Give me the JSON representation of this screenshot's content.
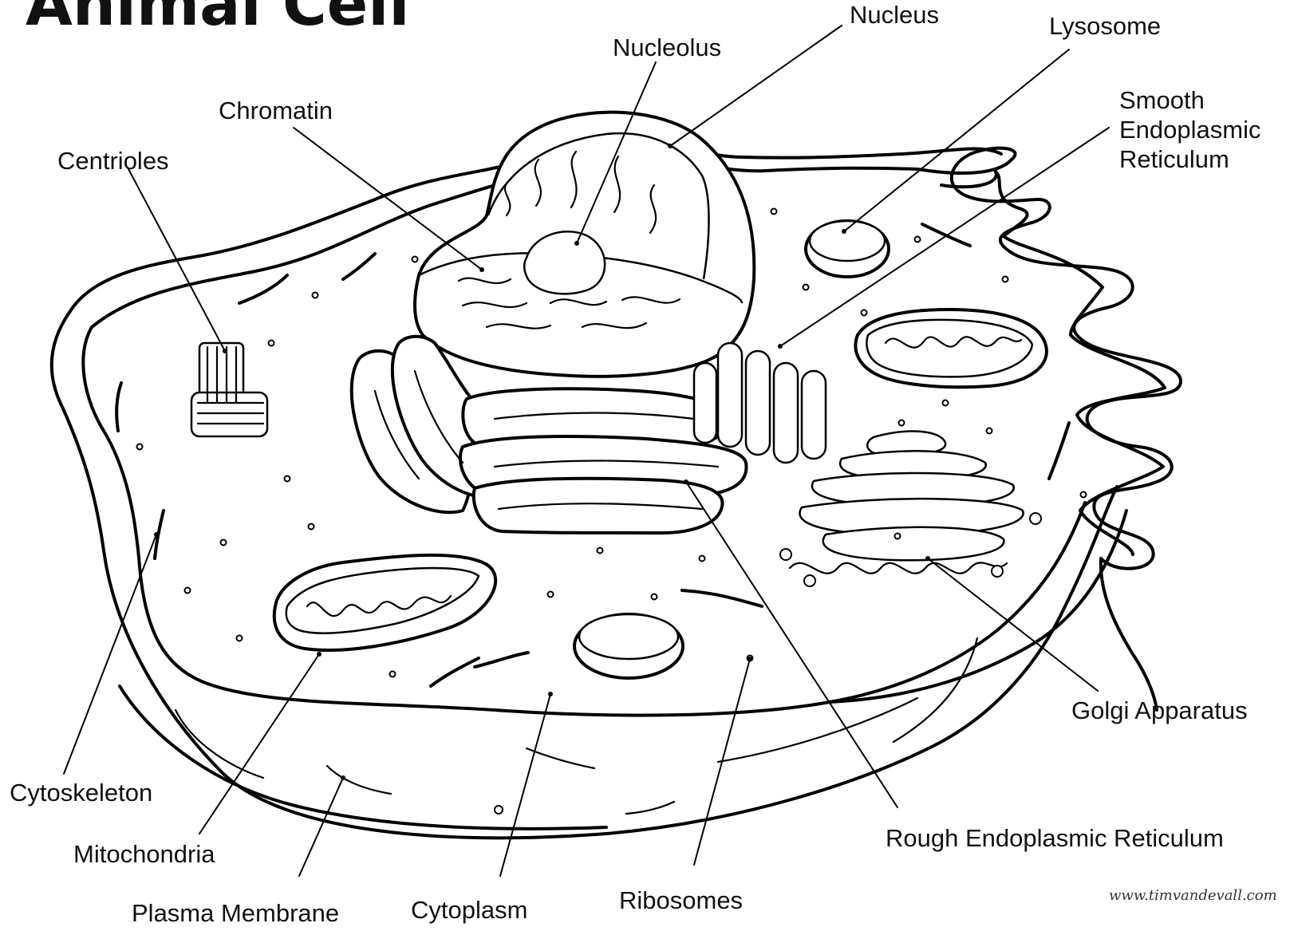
{
  "title": "Animal Cell",
  "labels": {
    "nucleus": "Nucleus",
    "nucleolus": "Nucleolus",
    "lysosome": "Lysosome",
    "chromatin": "Chromatin",
    "centrioles": "Centrioles",
    "smooth_er": [
      "Smooth",
      "Endoplasmic",
      "Reticulum"
    ],
    "golgi": "Golgi Apparatus",
    "cytoskeleton": "Cytoskeleton",
    "mitochondria": "Mitochondria",
    "rough_er": "Rough Endoplasmic Reticulum",
    "plasma_membrane": "Plasma Membrane",
    "cytoplasm": "Cytoplasm",
    "ribosomes": "Ribosomes"
  },
  "watermark": "www.timvandevall.com"
}
